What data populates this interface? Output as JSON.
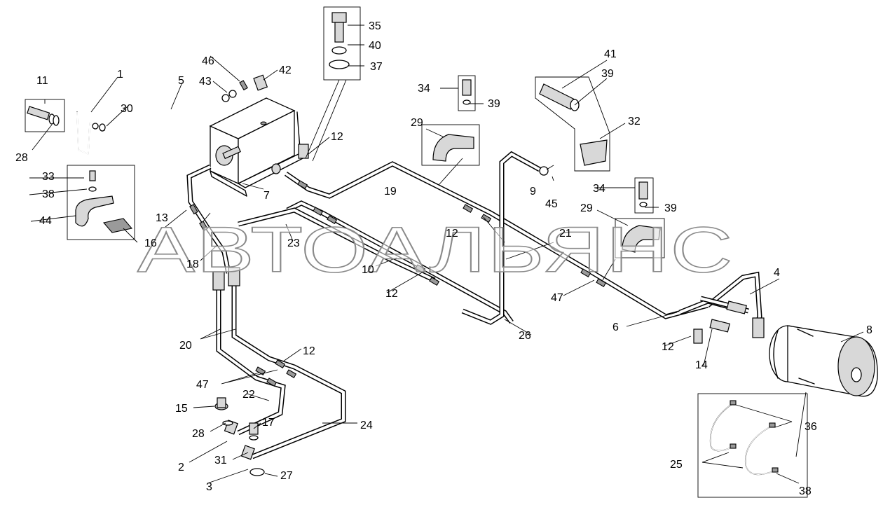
{
  "watermark": "АВТОАЛЬЯНС",
  "callouts": {
    "c1": "1",
    "c2": "2",
    "c3": "3",
    "c4": "4",
    "c5": "5",
    "c6": "6",
    "c7": "7",
    "c8": "8",
    "c9": "9",
    "c10": "10",
    "c11": "11",
    "c12a": "12",
    "c12b": "12",
    "c12c": "12",
    "c12d": "12",
    "c12e": "12",
    "c13": "13",
    "c14": "14",
    "c15": "15",
    "c16": "16",
    "c17": "17",
    "c18": "18",
    "c19": "19",
    "c20": "20",
    "c21": "21",
    "c22": "22",
    "c23": "23",
    "c24": "24",
    "c25": "25",
    "c26": "26",
    "c27": "27",
    "c28a": "28",
    "c28b": "28",
    "c29a": "29",
    "c29b": "29",
    "c30": "30",
    "c31": "31",
    "c32": "32",
    "c33": "33",
    "c34a": "34",
    "c34b": "34",
    "c35": "35",
    "c36": "36",
    "c37": "37",
    "c38a": "38",
    "c38b": "38",
    "c39a": "39",
    "c39b": "39",
    "c39c": "39",
    "c40": "40",
    "c41": "41",
    "c42": "42",
    "c43": "43",
    "c44": "44",
    "c45": "45",
    "c46": "46",
    "c47a": "47",
    "c47b": "47"
  }
}
